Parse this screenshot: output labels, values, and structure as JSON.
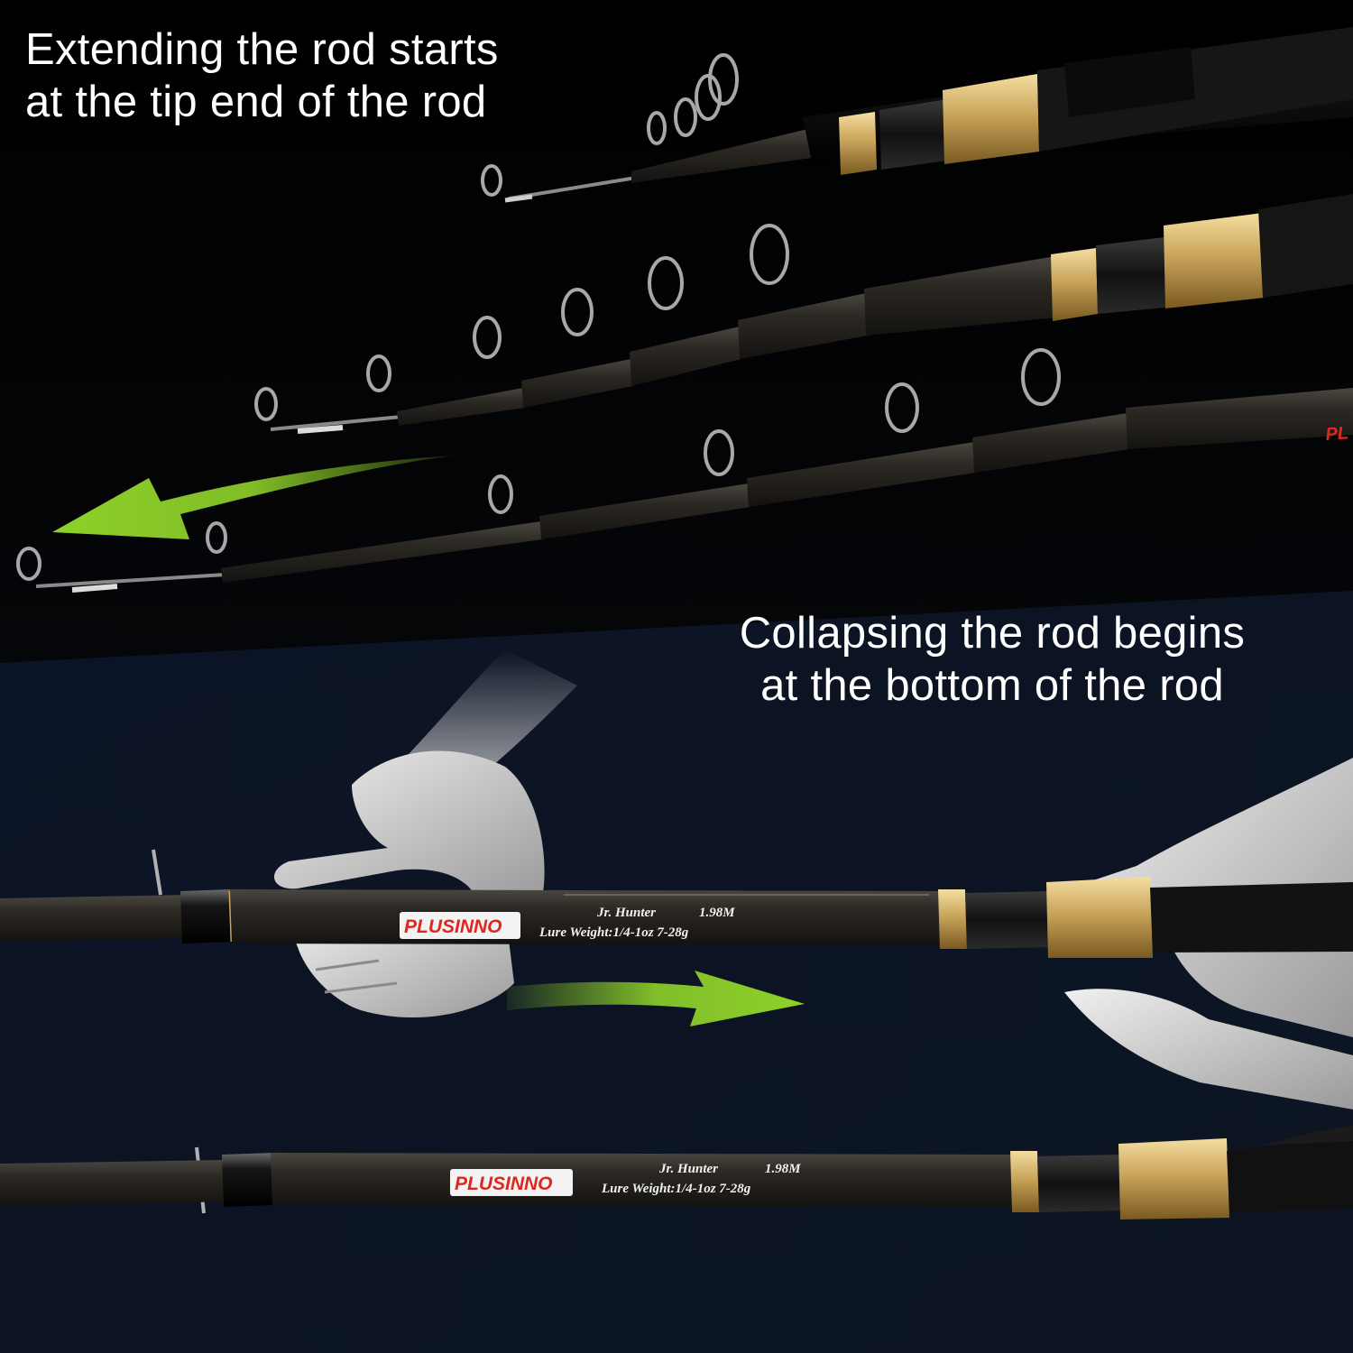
{
  "captions": {
    "extend": {
      "line1": "Extending the rod starts",
      "line2": "at the tip end of the rod"
    },
    "collapse": {
      "line1": "Collapsing the rod begins",
      "line2": "at the bottom of the rod"
    }
  },
  "rod_markings": {
    "brand": "PLUSINNO",
    "brand_partial": "PL",
    "model": "Jr. Hunter",
    "length": "1.98M",
    "lure_weight": "Lure Weight:1/4-1oz 7-28g"
  },
  "colors": {
    "arrow": "#8ed12a",
    "brand_red": "#e0261e",
    "gold": "#c9a45a",
    "blank": "#2a2722",
    "top_background": "#000000",
    "bottom_background": "#0c1425"
  },
  "icons": {
    "extend_arrow": "arrow-left-icon",
    "collapse_arrow": "arrow-right-icon"
  }
}
